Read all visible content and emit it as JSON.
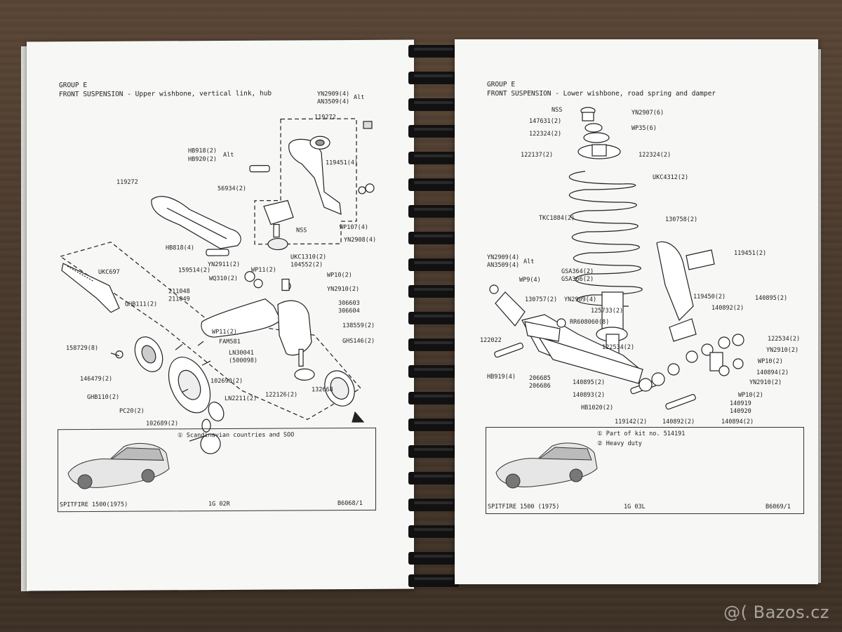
{
  "left_page": {
    "group": "GROUP E",
    "title": "FRONT SUSPENSION - Upper wishbone, vertical link, hub",
    "labels": [
      "YN2909(4)",
      "AN3509(4)",
      "Alt",
      "119272",
      "HB918(2)",
      "HB920(2)",
      "Alt",
      "119451(4)",
      "119272",
      "56934(2)",
      "NSS",
      "WP107(4)",
      "YN2908(4)",
      "HB818(4)",
      "UKC1310(2)",
      "104552(2)",
      "UKC697",
      "159514(2)",
      "YN2911(2)",
      "WP11(2)",
      "WP10(2)",
      "WQ310(2)",
      "YN2910(2)",
      "211048",
      "211049",
      "306603",
      "306604",
      "GHB111(2)",
      "WP11(2)",
      "138559(2)",
      "FAM581",
      "GHS146(2)",
      "158729(8)",
      "LN30041",
      "(500098)",
      "146479(2)",
      "102690(2)",
      "122126(2)",
      "132668",
      "GHB110(2)",
      "LN2211(2)",
      "PC20(2)",
      "102689(2)"
    ],
    "note": "Scandinavian countries and SOO",
    "footer": {
      "model": "SPITFIRE 1500(1975)",
      "code": "1G 02R",
      "ref": "B6068/1"
    }
  },
  "right_page": {
    "group": "GROUP E",
    "title": "FRONT SUSPENSION - Lower wishbone, road spring and damper",
    "labels": [
      "NSS",
      "YN2907(6)",
      "147631(2)",
      "WP35(6)",
      "122324(2)",
      "122137(2)",
      "122324(2)",
      "UKC4312(2)",
      "TKC1884(2)",
      "130758(2)",
      "119451(2)",
      "YN2909(4)",
      "AN3509(4)",
      "Alt",
      "GSA364(2)",
      "GSA366(2)",
      "WP9(4)",
      "119450(2)",
      "140895(2)",
      "130757(2)",
      "YN2909(4)",
      "140892(2)",
      "125733(2)",
      "RR608060(8)",
      "122534(2)",
      "122022",
      "122534(2)",
      "YN2910(2)",
      "WP10(2)",
      "206685",
      "206686",
      "140894(2)",
      "HB919(4)",
      "140895(2)",
      "YN2910(2)",
      "140893(2)",
      "WP10(2)",
      "HB1020(2)",
      "140919",
      "140920",
      "119142(2)",
      "140892(2)",
      "140894(2)"
    ],
    "notes": [
      "Part of kit no. 514191",
      "Heavy duty"
    ],
    "footer": {
      "model": "SPITFIRE 1500 (1975)",
      "code": "1G 03L",
      "ref": "B6069/1"
    }
  },
  "watermark": "@( Bazos.cz"
}
